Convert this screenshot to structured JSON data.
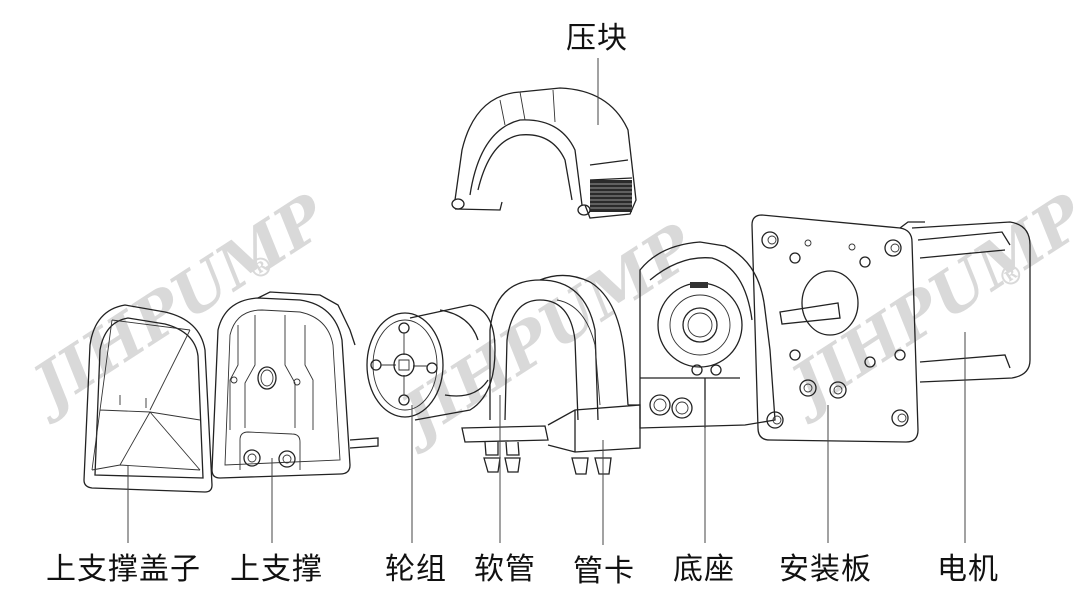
{
  "diagram": {
    "type": "exploded-view",
    "subject": "peristaltic pump",
    "watermark": {
      "text": "JIHPUMP",
      "registered_mark": "®",
      "color": "#d9d9d9"
    },
    "parts": [
      {
        "id": "upper-support-cover",
        "label": "上支撑盖子"
      },
      {
        "id": "upper-support",
        "label": "上支撑"
      },
      {
        "id": "roller-assembly",
        "label": "轮组"
      },
      {
        "id": "tube",
        "label": "软管"
      },
      {
        "id": "tube-clamp",
        "label": "管卡"
      },
      {
        "id": "base",
        "label": "底座"
      },
      {
        "id": "mounting-plate",
        "label": "安装板"
      },
      {
        "id": "motor",
        "label": "电机"
      },
      {
        "id": "pressure-block",
        "label": "压块"
      }
    ],
    "line_color": "#222222",
    "background": "#ffffff"
  }
}
